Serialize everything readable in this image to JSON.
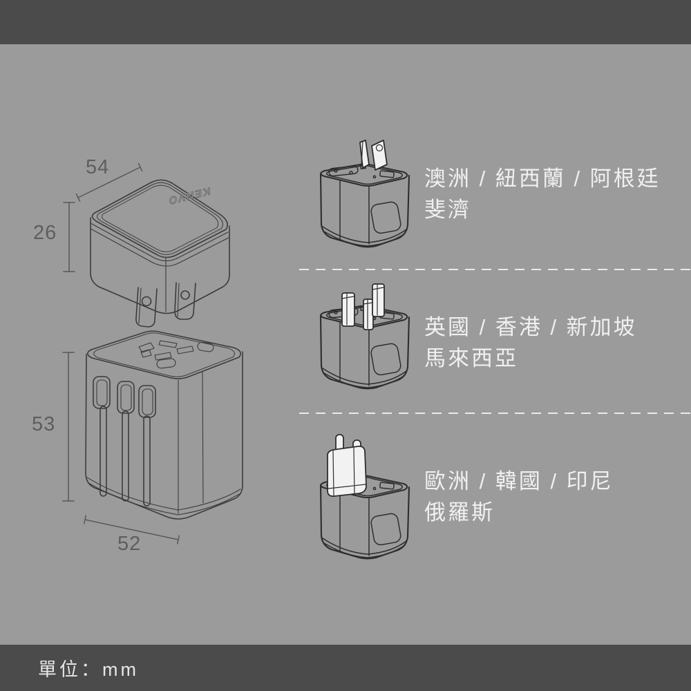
{
  "page": {
    "unit_label": "單位：mm"
  },
  "product": {
    "brand_logo": "KENVO"
  },
  "dimensions": {
    "cover_width": "54",
    "cover_height": "26",
    "body_height": "53",
    "body_width": "52"
  },
  "plug_variants": [
    {
      "plug_type": "australia-new-zealand",
      "regions_line1": "澳洲 / 紐西蘭 / 阿根廷",
      "regions_line2": "斐濟"
    },
    {
      "plug_type": "united-kingdom",
      "regions_line1": "英國 / 香港 / 新加坡",
      "regions_line2": "馬來西亞"
    },
    {
      "plug_type": "europe",
      "regions_line1": "歐洲 / 韓國 / 印尼",
      "regions_line2": "俄羅斯"
    }
  ],
  "colors": {
    "bar": "#4b4b4b",
    "background": "#9b9b9b",
    "line_art": "#3b3b3b",
    "light_text": "#f0f0f0",
    "dimension_text": "#5e5e5e",
    "pin_fill": "#f2f2f2",
    "divider": "#ebebeb"
  }
}
